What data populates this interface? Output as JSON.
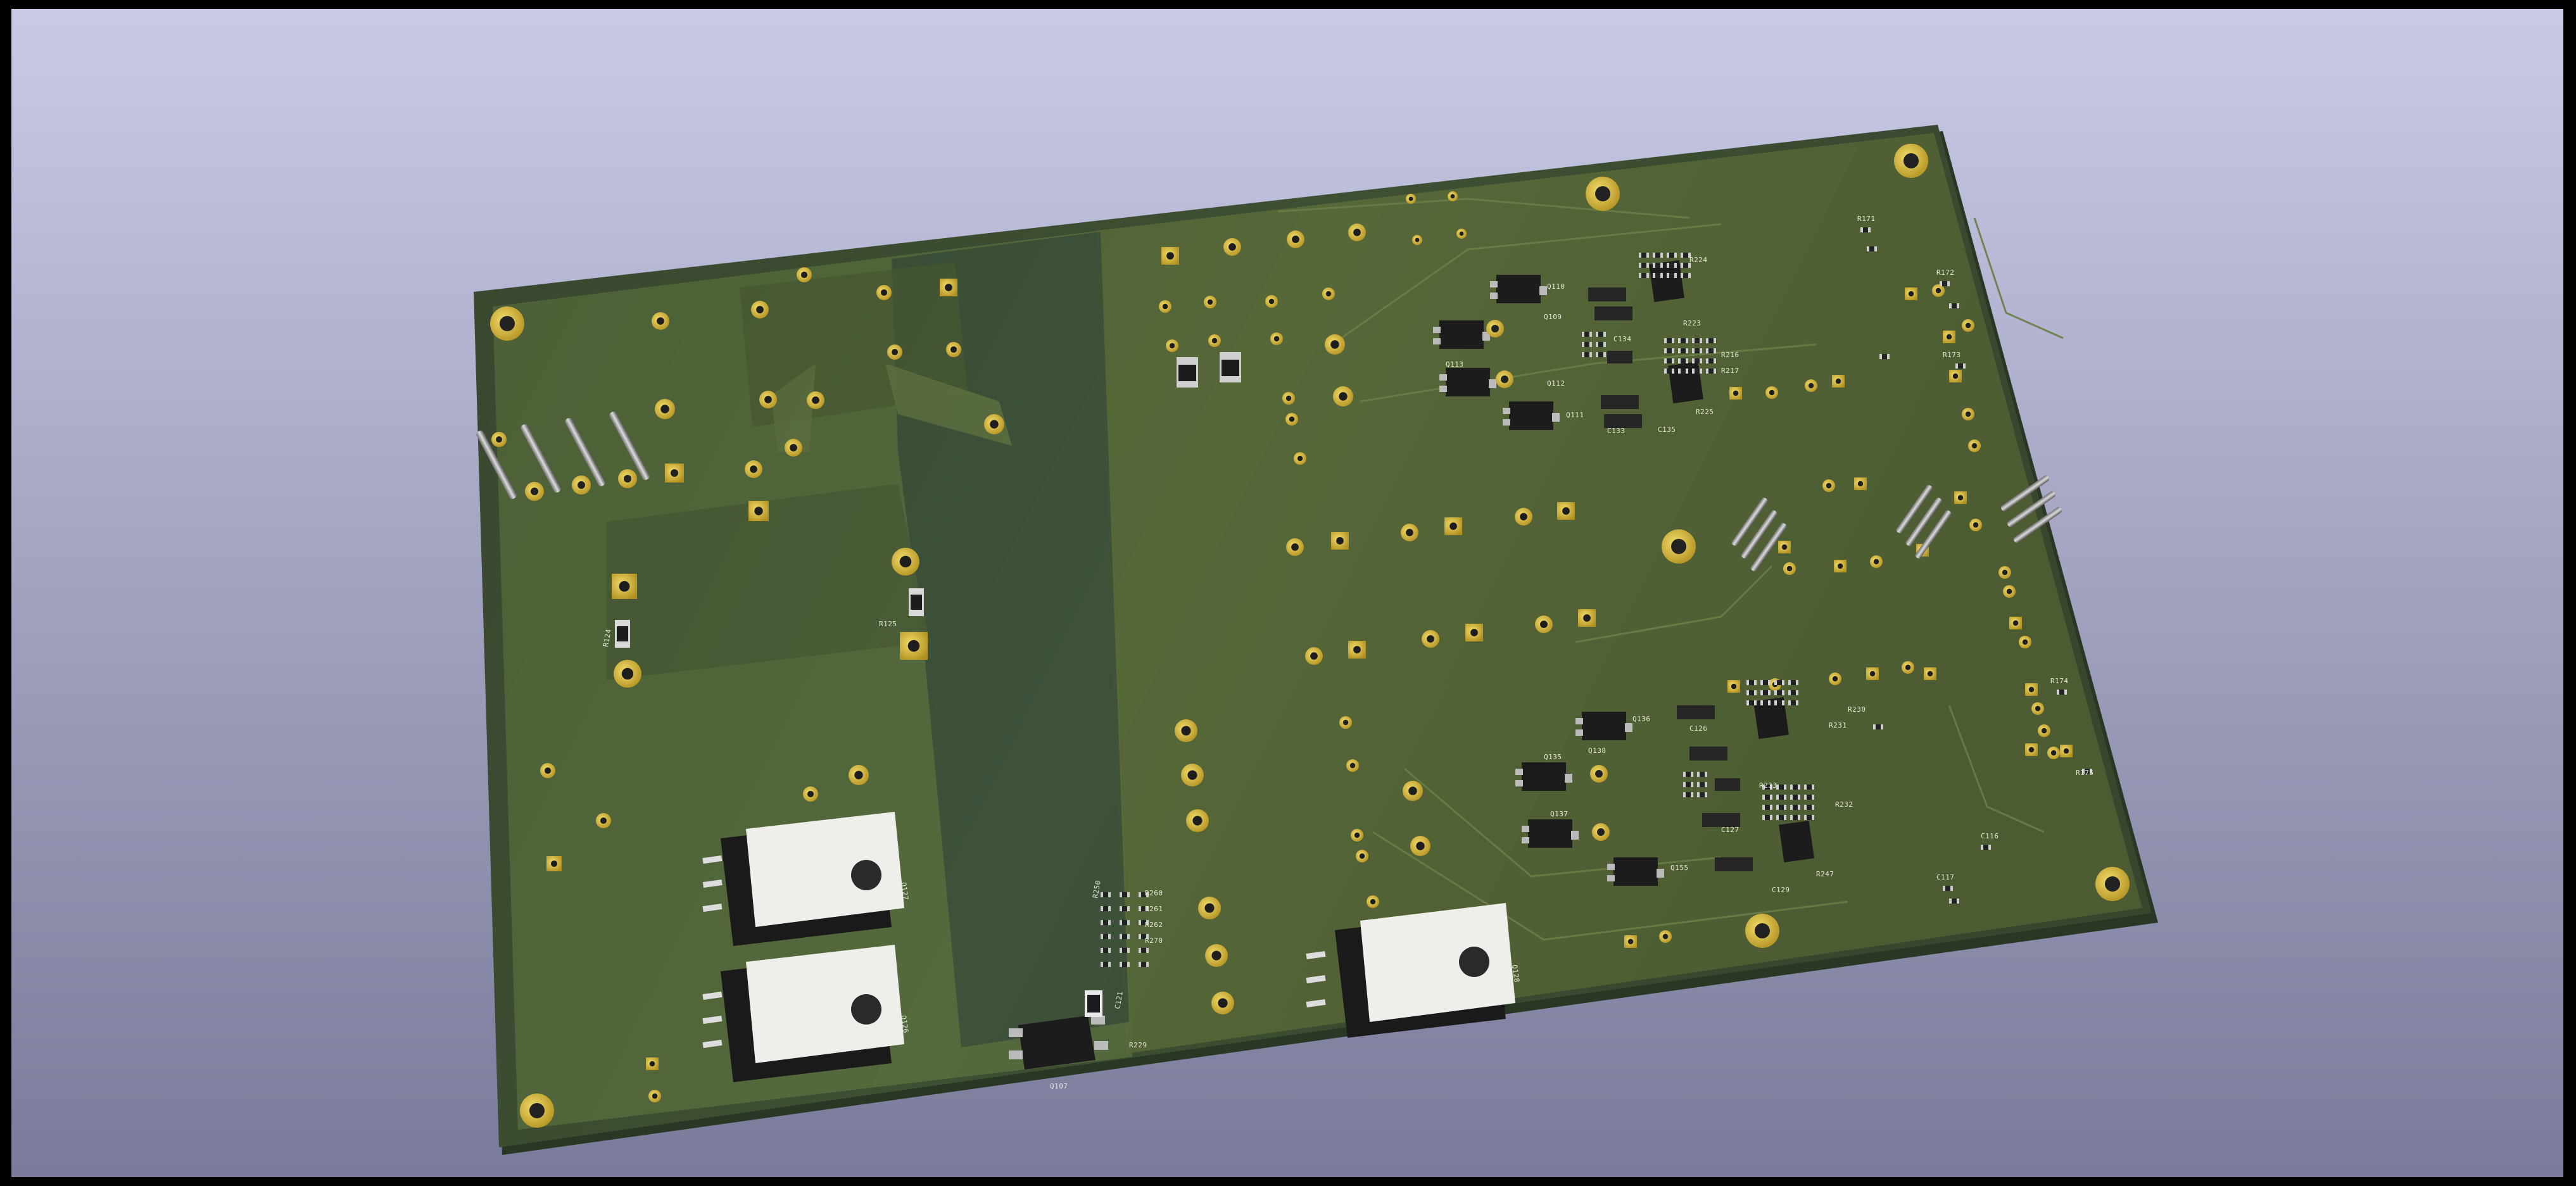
{
  "app": {
    "name": "3D PCB viewer",
    "background_top": "#c9cae6",
    "background_bottom": "#7a7a9a",
    "frame": "#000000"
  },
  "board": {
    "soldermask_color": "#3f4f33",
    "copper_pour_color": "#566b3d",
    "pad_color": "#c8aa2e",
    "silkscreen_color": "#e4e8d8",
    "heatsink_tab_color": "#eeeeea"
  },
  "components": {
    "mosfets": [
      {
        "ref": "Q127"
      },
      {
        "ref": "Q126"
      },
      {
        "ref": "Q128"
      }
    ],
    "bridge": {
      "ref": "Q107"
    },
    "shunt_resistors": [
      {
        "ref": "R124"
      },
      {
        "ref": "R125"
      }
    ],
    "upper_driver": {
      "transistors": [
        "Q110",
        "Q109",
        "Q113",
        "Q112",
        "Q111"
      ],
      "resistors": [
        "R216",
        "R217",
        "R223",
        "R224",
        "R225"
      ],
      "capacitors": [
        "C134",
        "C135",
        "C133"
      ]
    },
    "lower_driver": {
      "transistors": [
        "Q136",
        "Q135",
        "Q137",
        "Q138",
        "Q155"
      ],
      "resistors": [
        "R230",
        "R231",
        "R232",
        "R233",
        "R247"
      ],
      "capacitors": [
        "C126",
        "C127",
        "C129"
      ]
    },
    "smd_cluster": {
      "resistors": [
        "R250",
        "R260",
        "R261",
        "R262",
        "R229",
        "R270"
      ],
      "capacitors": [
        "C121"
      ]
    },
    "edge_parts": [
      "R171",
      "R172",
      "R173",
      "R174",
      "R175",
      "C116",
      "C117"
    ]
  }
}
